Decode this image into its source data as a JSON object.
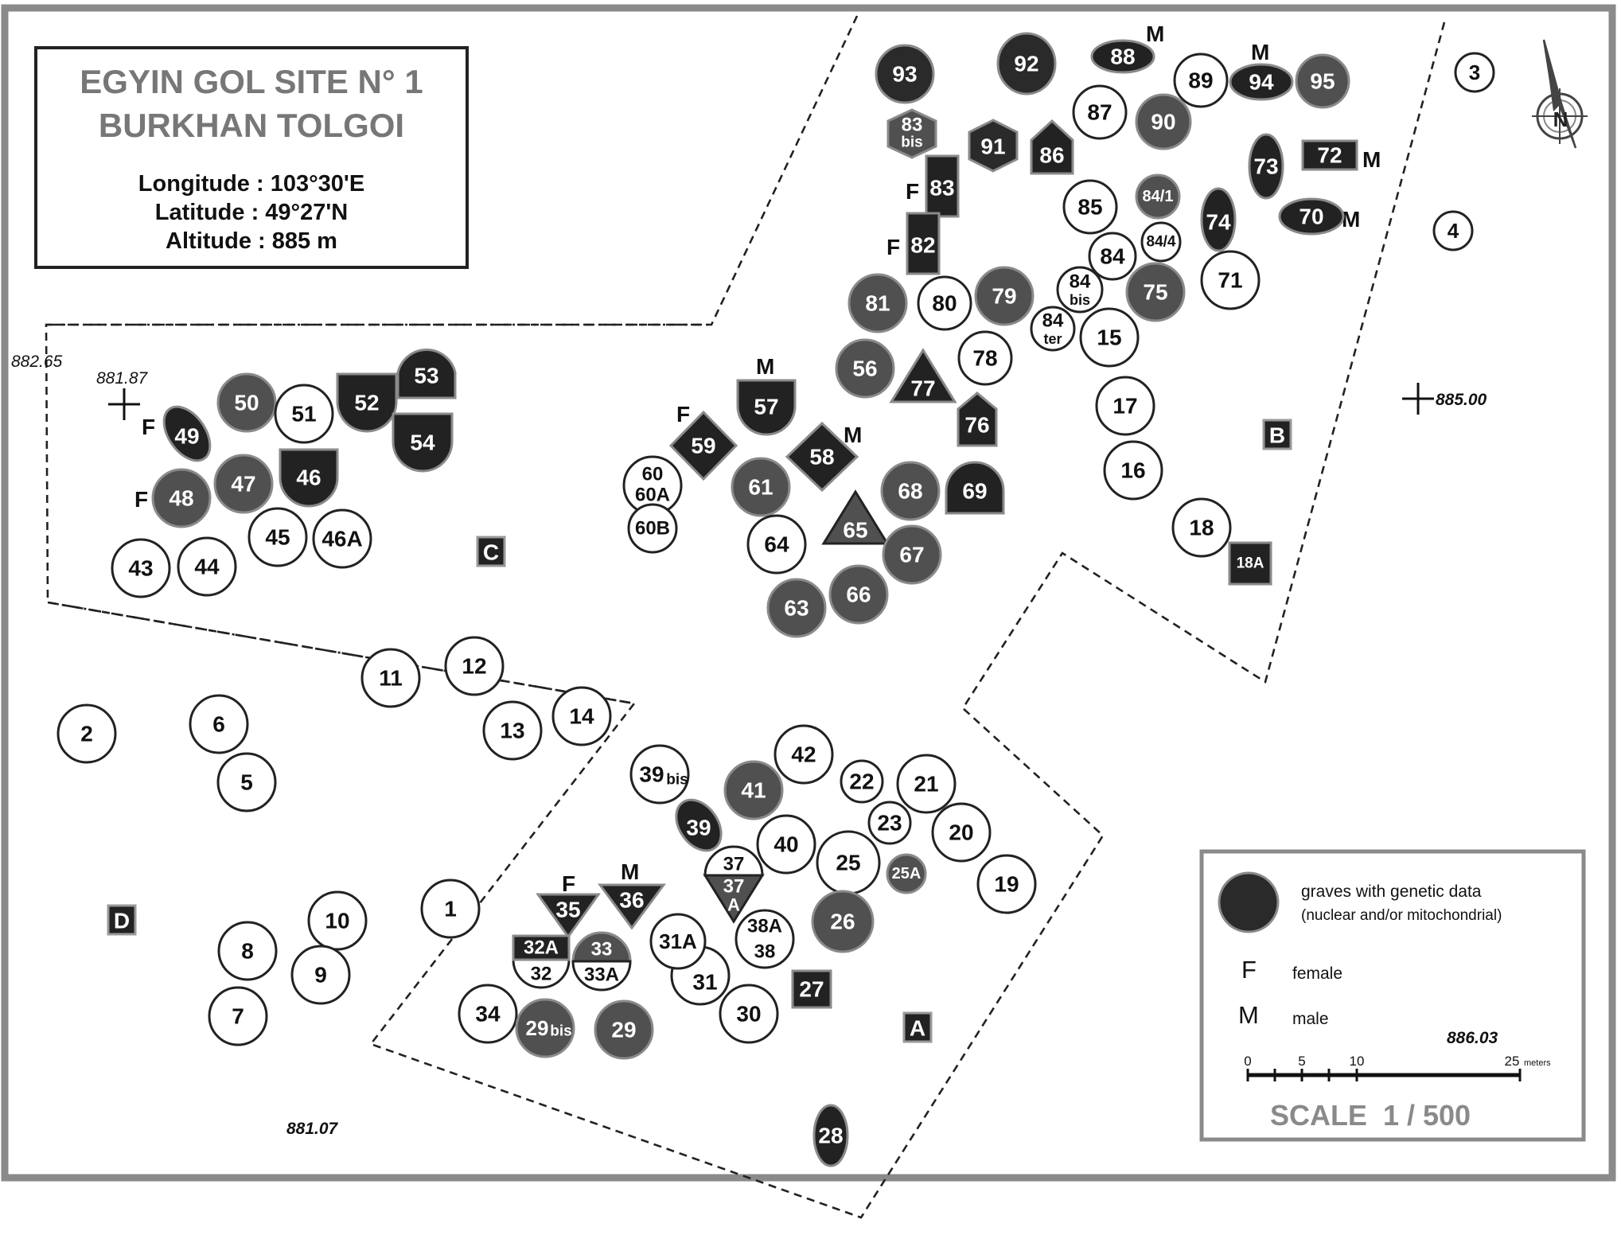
{
  "title_box": {
    "title_line1": "EGYIN GOL SITE N° 1",
    "title_line2": "BURKHAN TOLGOI",
    "longitude": "Longitude : 103°30'E",
    "latitude": "Latitude : 49°27'N",
    "altitude": "Altitude : 885 m"
  },
  "colors": {
    "grave_dark": "#2a2a2a",
    "grave_gray": "#505050",
    "outline_gray": "#8a8a8a",
    "frame": "#8a8a8a",
    "text_gray": "#777777"
  },
  "elevations": {
    "e1": "882.65",
    "e2": "881.87",
    "e3": "885.00",
    "e4": "886.03",
    "e5": "881.07"
  },
  "zones": {
    "a": "A",
    "b": "B",
    "c": "C",
    "d": "D"
  },
  "sex_labels": {
    "f49": "F",
    "f48": "F",
    "m57": "M",
    "f59": "F",
    "m58": "M",
    "f83": "F",
    "f82": "F",
    "m88": "M",
    "m94": "M",
    "m72": "M",
    "m70": "M",
    "f35": "F",
    "m36": "M"
  },
  "graves": {
    "g93": "93",
    "g92": "92",
    "g88": "88",
    "g89": "89",
    "g94": "94",
    "g95": "95",
    "g3": "3",
    "g87": "87",
    "g90": "90",
    "g83bis_a": "83",
    "g83bis_b": "bis",
    "g91": "91",
    "g86": "86",
    "g73": "73",
    "g72": "72",
    "g83": "83",
    "g84_1": "84/1",
    "g85": "85",
    "g74": "74",
    "g70": "70",
    "g4": "4",
    "g82": "82",
    "g84_4": "84/4",
    "g84": "84",
    "g71": "71",
    "g81": "81",
    "g80": "80",
    "g79": "79",
    "g84bis_a": "84",
    "g84bis_b": "bis",
    "g75": "75",
    "g84ter_a": "84",
    "g84ter_b": "ter",
    "g15": "15",
    "g78": "78",
    "g56": "56",
    "g77": "77",
    "g17": "17",
    "g76": "76",
    "g16": "16",
    "g57": "57",
    "g59": "59",
    "g58": "58",
    "g60_a": "60",
    "g60_b": "60A",
    "g60b": "60B",
    "g61": "61",
    "g68": "68",
    "g69": "69",
    "g65": "65",
    "g64": "64",
    "g67": "67",
    "g63": "63",
    "g66": "66",
    "g18": "18",
    "g18a": "18A",
    "g53": "53",
    "g50": "50",
    "g51": "51",
    "g52": "52",
    "g49": "49",
    "g54": "54",
    "g46": "46",
    "g47": "47",
    "g48": "48",
    "g45": "45",
    "g46a": "46A",
    "g43": "43",
    "g44": "44",
    "g11": "11",
    "g12": "12",
    "g2": "2",
    "g6": "6",
    "g13": "13",
    "g14": "14",
    "g5": "5",
    "g42": "42",
    "g39bis_a": "39",
    "g39bis_b": "bis",
    "g41": "41",
    "g22": "22",
    "g21": "21",
    "g23": "23",
    "g39": "39",
    "g20": "20",
    "g40": "40",
    "g37_a": "37",
    "g37_b": "37",
    "g37_c": "A",
    "g25": "25",
    "g25a": "25A",
    "g19": "19",
    "g35": "35",
    "g36": "36",
    "g26": "26",
    "g1": "1",
    "g10": "10",
    "g38a": "38A",
    "g38": "38",
    "g31a": "31A",
    "g32a": "32A",
    "g33": "33",
    "g32": "32",
    "g33a": "33A",
    "g31": "31",
    "g8": "8",
    "g9": "9",
    "g27": "27",
    "g7": "7",
    "g34": "34",
    "g29bis_a": "29",
    "g29bis_b": "bis",
    "g29": "29",
    "g30": "30",
    "g28": "28"
  },
  "legend": {
    "genetic": "graves with genetic data",
    "genetic_sub": "(nuclear and/or mitochondrial)",
    "f_symbol": "F",
    "f_label": "female",
    "m_symbol": "M",
    "m_label": "male",
    "elev": "886.03",
    "tick0": "0",
    "tick5": "5",
    "tick10": "10",
    "tick25": "25",
    "meters": "meters",
    "scale": "SCALE  1 / 500"
  }
}
